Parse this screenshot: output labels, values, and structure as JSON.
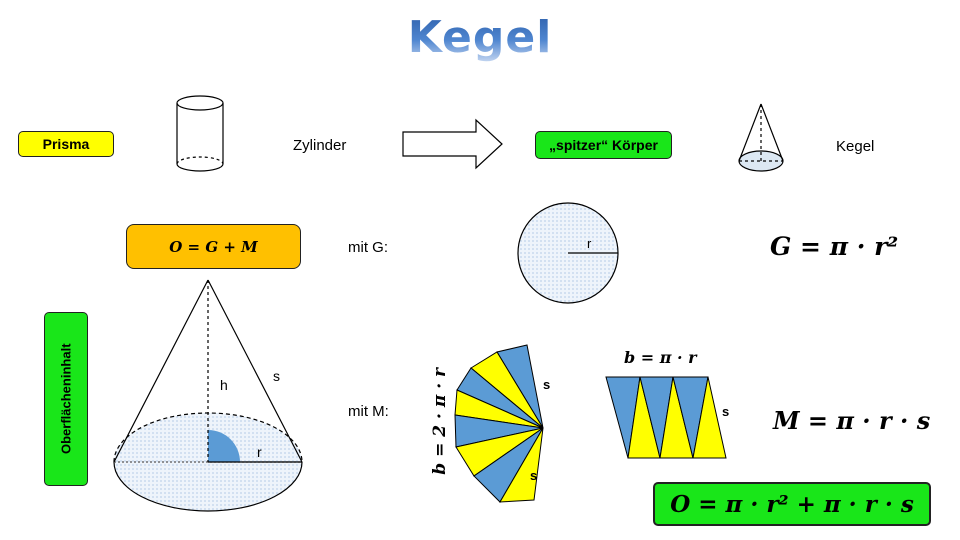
{
  "title": "Kegel",
  "top_row": {
    "prisma": "Prisma",
    "zylinder": "Zylinder",
    "spitzer": "„spitzer“ Körper",
    "kegel": "Kegel"
  },
  "formulas": {
    "o_def": "O = G + M",
    "mit_g": "mit G:",
    "g": "G = π · r²",
    "mit_m": "mit M:",
    "m": "M = π · r · s",
    "b_circ": "b = 2 · π · r",
    "b_half": "b = π · r",
    "o_final": "O = π · r² + π · r · s"
  },
  "cone_labels": {
    "h": "h",
    "s": "s",
    "r": "r"
  },
  "circle_label": "r",
  "sector_labels": {
    "s1": "s",
    "s2": "s"
  },
  "strip_label": "s",
  "side_box": "Oberflächeninhalt",
  "colors": {
    "yellow": "#ffff00",
    "green": "#19e619",
    "orange": "#ffc000",
    "blue": "#5b9bd5"
  }
}
